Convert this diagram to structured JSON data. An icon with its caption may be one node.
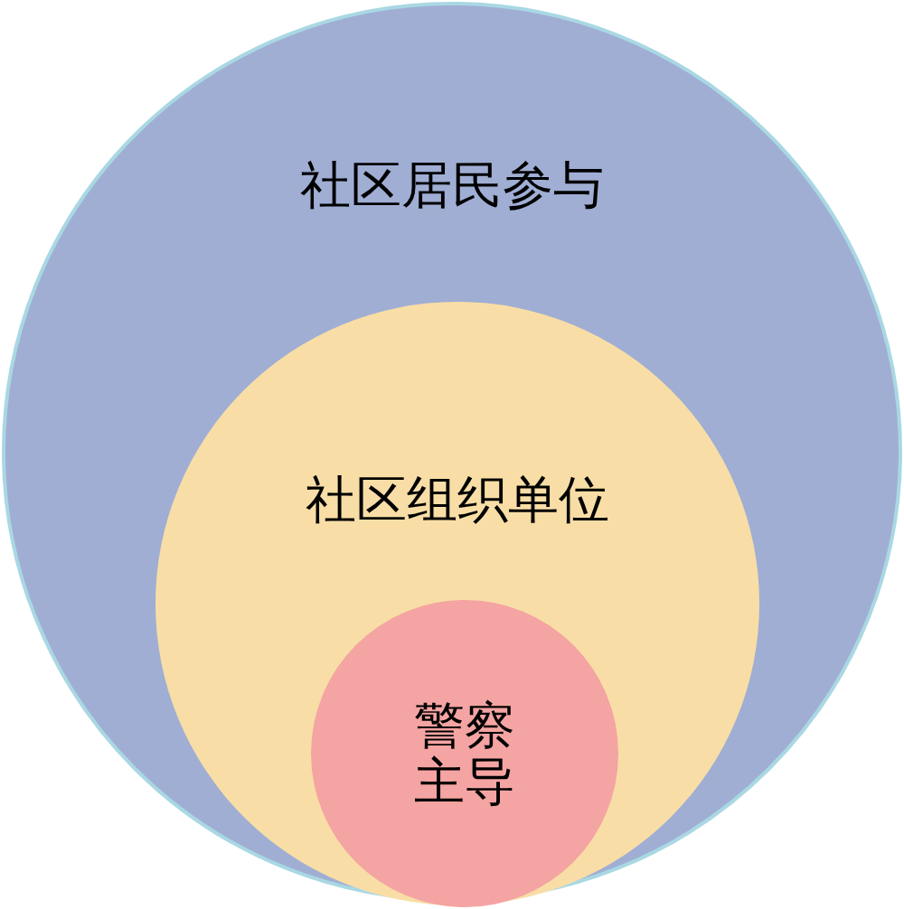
{
  "diagram": {
    "nodes": [
      {
        "text": [
          "社区居民参与"
        ]
      },
      {
        "text": [
          "社区组织单位"
        ],
        "in": 0
      },
      {
        "text": [
          "警察主导"
        ],
        "in": 1
      }
    ]
  }
}
